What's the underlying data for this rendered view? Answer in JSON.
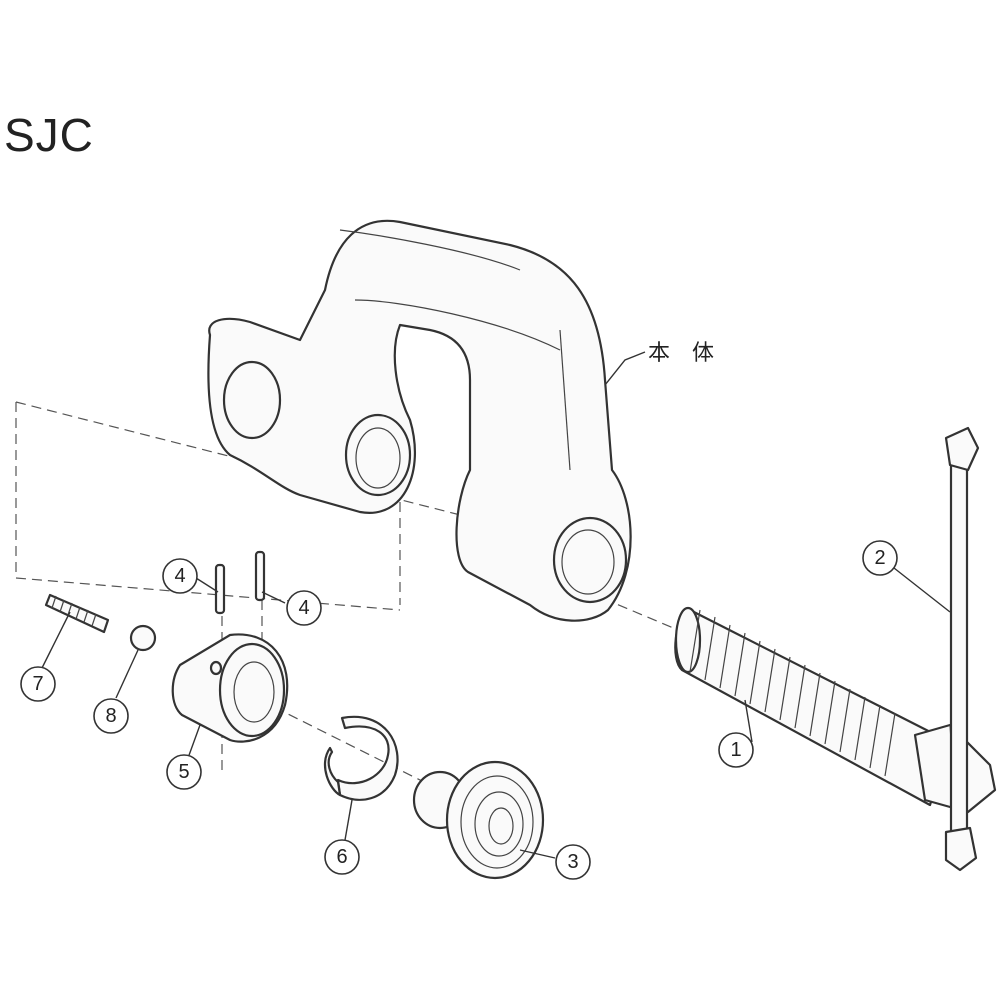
{
  "title": "SJC",
  "body_label": "本　体",
  "callouts": {
    "c1": "1",
    "c2": "2",
    "c3": "3",
    "c4a": "4",
    "c4b": "4",
    "c5": "5",
    "c6": "6",
    "c7": "7",
    "c8": "8"
  }
}
